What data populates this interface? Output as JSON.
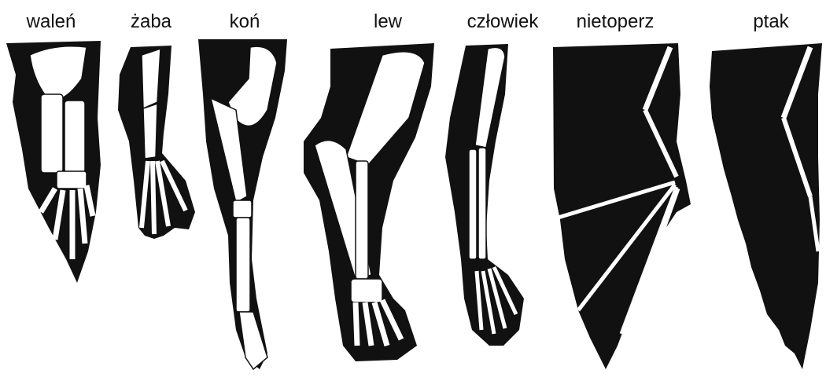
{
  "labels": {
    "whale": "waleń",
    "frog": "żaba",
    "horse": "koń",
    "lion": "lew",
    "human": "człowiek",
    "bat": "nietoperz",
    "bird": "ptak"
  },
  "colors": {
    "silhouette": "#111111",
    "bone": "#ffffff",
    "background": "#ffffff"
  }
}
